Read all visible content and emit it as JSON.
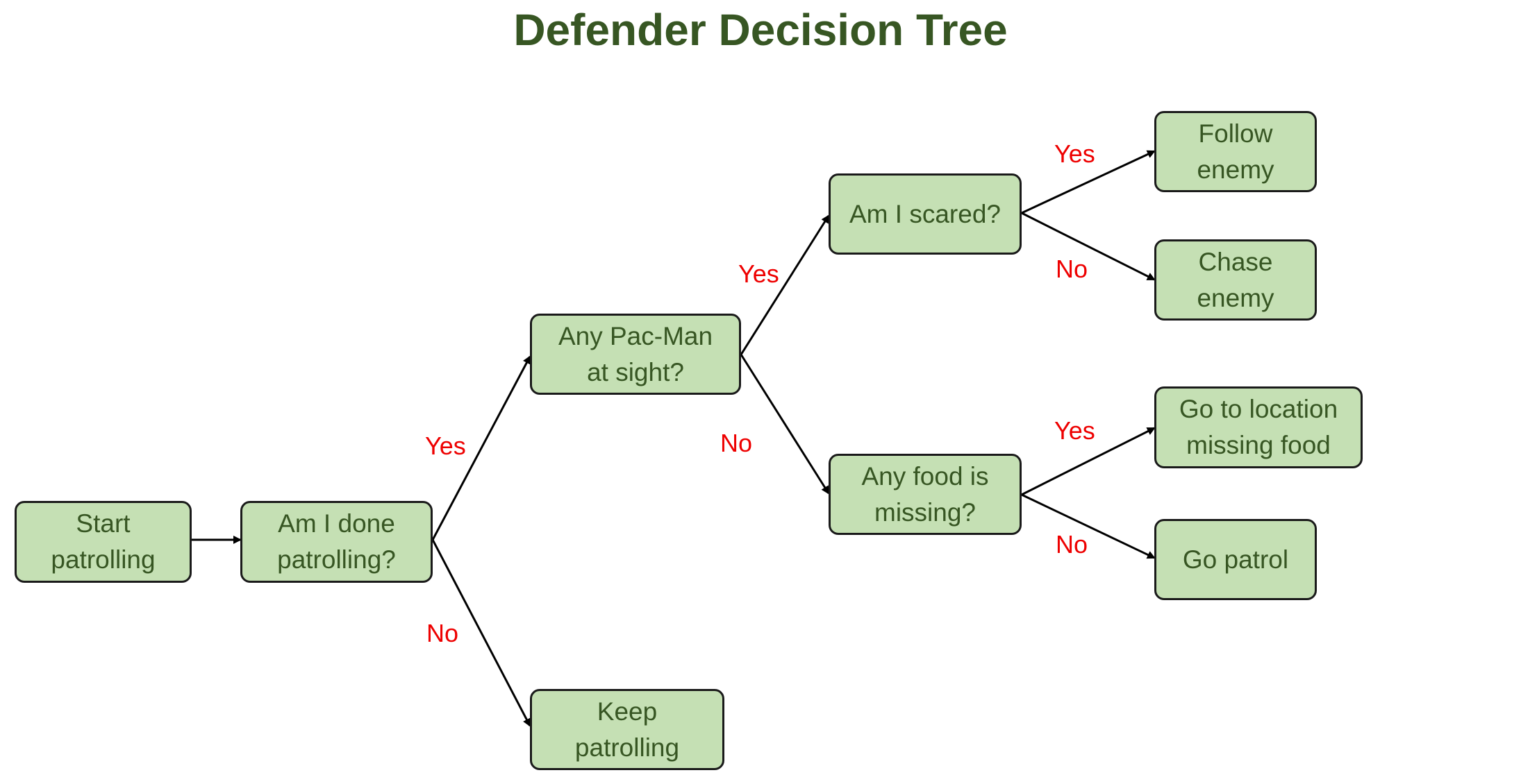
{
  "title": "Defender Decision Tree",
  "colors": {
    "node_fill": "#c5e0b4",
    "node_text": "#375623",
    "node_border": "#1a1a1a",
    "edge_label": "#ee0000",
    "title": "#375623"
  },
  "nodes": {
    "start": "Start\npatrolling",
    "done": "Am I done\npatrolling?",
    "pacman": "Any Pac-Man\nat sight?",
    "keep": "Keep\npatrolling",
    "scared": "Am I scared?",
    "food": "Any food is\nmissing?",
    "follow": "Follow\nenemy",
    "chase": "Chase\nenemy",
    "goto": "Go to location\nmissing food",
    "patrol": "Go patrol"
  },
  "edge_labels": {
    "done_yes": "Yes",
    "done_no": "No",
    "pacman_yes": "Yes",
    "pacman_no": "No",
    "scared_yes": "Yes",
    "scared_no": "No",
    "food_yes": "Yes",
    "food_no": "No"
  }
}
